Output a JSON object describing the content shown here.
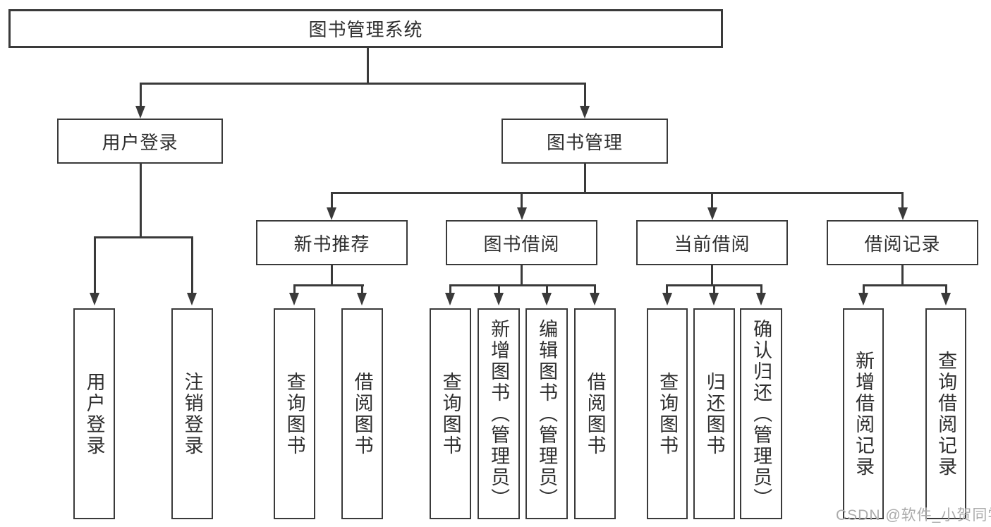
{
  "root": {
    "label": "图书管理系统"
  },
  "user_login": {
    "label": "用户登录",
    "children": [
      {
        "label": "用户登录"
      },
      {
        "label": "注销登录"
      }
    ]
  },
  "book_mgmt": {
    "label": "图书管理",
    "groups": [
      {
        "label": "新书推荐",
        "children": [
          {
            "label": "查询图书"
          },
          {
            "label": "借阅图书"
          }
        ]
      },
      {
        "label": "图书借阅",
        "children": [
          {
            "label": "查询图书"
          },
          {
            "label": "新增图书（管理员）"
          },
          {
            "label": "编辑图书（管理员）"
          },
          {
            "label": "借阅图书"
          }
        ]
      },
      {
        "label": "当前借阅",
        "children": [
          {
            "label": "查询图书"
          },
          {
            "label": "归还图书"
          },
          {
            "label": "确认归还（管理员）"
          }
        ]
      },
      {
        "label": "借阅记录",
        "children": [
          {
            "label": "新增借阅记录"
          },
          {
            "label": "查询借阅记录"
          }
        ]
      }
    ]
  },
  "watermark": {
    "text": "CSDN @软件_小贺同学"
  },
  "colors": {
    "line": "#3a3a3a",
    "text": "#2f2f2f",
    "watermark": "#ababab",
    "background": "#ffffff"
  }
}
